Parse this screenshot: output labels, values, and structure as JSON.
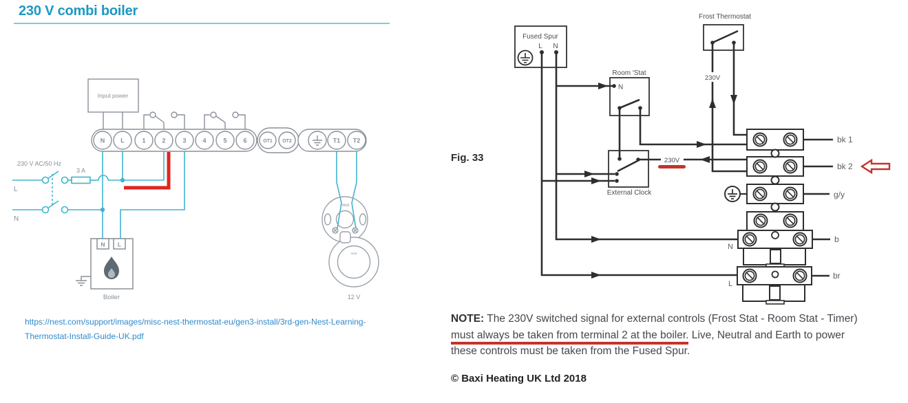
{
  "title": "230 V combi boiler",
  "source_link": {
    "line1": "https://nest.com/support/images/misc-nest-thermostat-eu/gen3-install/3rd-gen-Nest-Learning-",
    "line2": "Thermostat-Install-Guide-UK.pdf"
  },
  "left_diagram": {
    "input_power": "Input power",
    "terminals": [
      "N",
      "L",
      "1",
      "2",
      "3",
      "4",
      "5",
      "6"
    ],
    "opentherm_terminals": [
      "OT1",
      "OT2"
    ],
    "thermostat_terminals": [
      "T1",
      "T2"
    ],
    "mains_label": "230 V AC/50 Hz",
    "fuse_label": "3 A",
    "live": "L",
    "neutral": "N",
    "boiler": {
      "label": "Boiler",
      "neutral": "N",
      "live": "L"
    },
    "nest_backplate_brand": "nest",
    "nest_display_brand": "nest",
    "thermostat_voltage": "12 V"
  },
  "right_diagram": {
    "figure": "Fig. 33",
    "fused_spur": {
      "label": "Fused Spur",
      "live": "L",
      "neutral": "N"
    },
    "frost_thermostat": "Frost Thermostat",
    "room_stat": {
      "label": "Room 'Stat",
      "neutral": "N"
    },
    "external_clock": "External Clock",
    "voltage_to_frost": "230V",
    "voltage_to_clock": "230V",
    "boiler_wires": {
      "bk1": "bk 1",
      "bk2": "bk 2",
      "gy": "g/y",
      "b": "b",
      "br": "br"
    },
    "terminal_labels": {
      "neutral": "N",
      "live": "L"
    }
  },
  "note": {
    "prefix": "NOTE:",
    "line1": " The 230V switched signal for external controls (Frost Stat - Room Stat - Timer)",
    "underlined": "must always be taken from terminal 2 at the boiler.",
    "line2_rest": " Live, Neutral and Earth to power",
    "line3": "these controls must be taken from the Fused Spur."
  },
  "copyright": "© Baxi Heating UK Ltd 2018",
  "colors": {
    "accent_teal": "#1b98c4",
    "wire_teal": "#40b4cf",
    "diagram_gray": "#8a9099",
    "wire_black": "#2e2e2e",
    "highlight_red": "#e0241f",
    "annotation_red": "#c4342b",
    "link_blue": "#3089cc"
  }
}
